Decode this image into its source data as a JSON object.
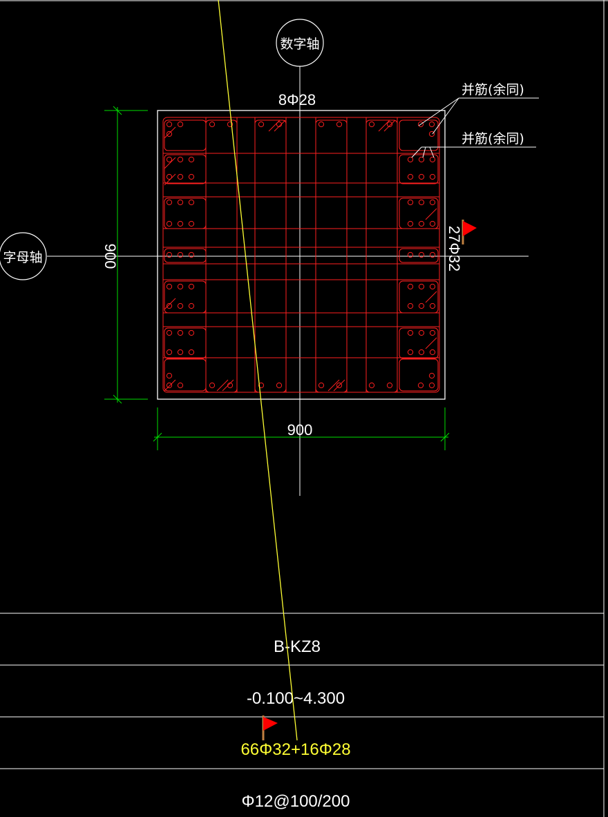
{
  "drawing": {
    "axis_number_label": "数字轴",
    "axis_letter_label": "字母轴",
    "top_rebar_label": "8Φ28",
    "bundle_note_1": "并筋(余同)",
    "bundle_note_2": "并筋(余同)",
    "right_rebar_label": "27Φ32",
    "dim_height": "900",
    "dim_width": "900",
    "grid_lines_color": "#ffffff",
    "rebar_color": "#ff2020",
    "dimension_color": "#00e000",
    "highlight_color": "#ffff33",
    "flag_color": "#ff0000"
  },
  "table": {
    "column_id": "B-KZ8",
    "elevation": "-0.100~4.300",
    "main_rebar": "66Φ32+16Φ28",
    "stirrup": "Φ12@100/200"
  }
}
